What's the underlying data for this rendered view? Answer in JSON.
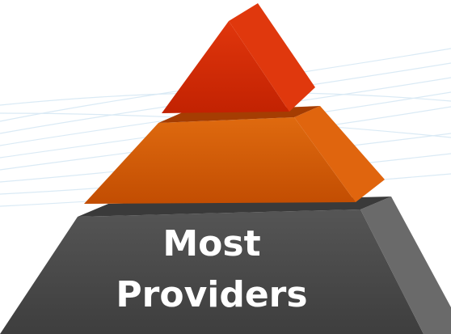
{
  "pyramid": {
    "tiers": [
      {
        "id": "top",
        "color": "#cf2a04"
      },
      {
        "id": "middle",
        "color": "#d35304"
      },
      {
        "id": "base",
        "color": "#4a4a4a"
      }
    ],
    "base_label": {
      "line1": "Most",
      "line2": "Providers"
    }
  },
  "background": {
    "wave_color": "#cfe4f2"
  }
}
